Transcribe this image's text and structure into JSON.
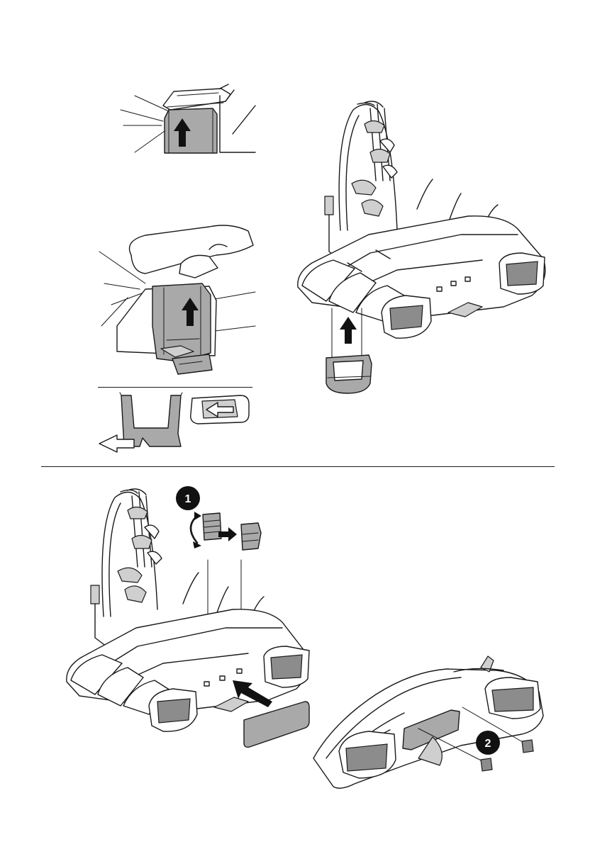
{
  "steps": [
    {
      "id": "1",
      "marker_style": "filled-black-circle"
    },
    {
      "id": "2",
      "marker_style": "filled-black-circle"
    }
  ],
  "colors": {
    "part_fill": "#a9a9a9",
    "line": "#1a1a1a",
    "background": "#ffffff",
    "label_plate": "#a9a9a9"
  },
  "icons": [
    "up-arrow-icon",
    "left-arrow-icon",
    "curved-rotate-arrow-icon",
    "right-arrow-icon",
    "push-arrow-icon",
    "screw-icon"
  ]
}
